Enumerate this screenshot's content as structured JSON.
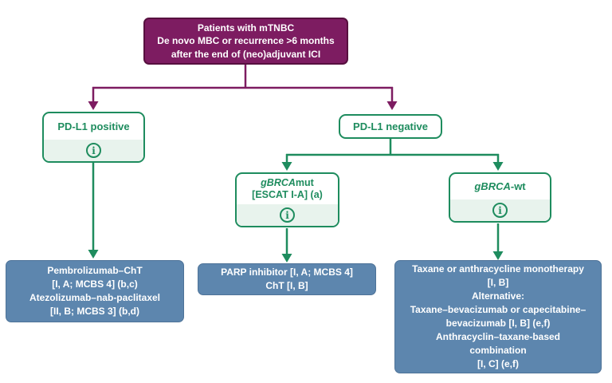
{
  "colors": {
    "purple": "#7D1C61",
    "purpleDark": "#57103F",
    "green": "#1E8C5E",
    "greenLight": "#E8F3ED",
    "blue": "#5D86AE",
    "blueBorder": "#4E7398"
  },
  "root": {
    "lines": [
      "Patients with mTNBC",
      "De novo MBC or recurrence >6 months",
      "after the end of (neo)adjuvant ICI"
    ]
  },
  "nodes": {
    "pdl1_positive": {
      "label": "PD-L1 positive",
      "info_glyph": "i"
    },
    "pdl1_negative": {
      "label": "PD-L1 negative"
    },
    "gbrca_mut": {
      "gene": "gBRCA",
      "suffix": "mut",
      "line2": "[ESCAT I-A] (a)",
      "info_glyph": "i"
    },
    "gbrca_wt": {
      "gene": "gBRCA",
      "suffix": "-wt",
      "info_glyph": "i"
    }
  },
  "treatments": {
    "pdl1_positive": {
      "lines": [
        "Pembrolizumab–ChT",
        "[I, A; MCBS 4] (b,c)",
        "Atezolizumab–nab-paclitaxel",
        "[II, B; MCBS 3] (b,d)"
      ]
    },
    "gbrca_mut": {
      "lines": [
        "PARP inhibitor [I, A; MCBS 4]",
        "ChT [I, B]"
      ]
    },
    "gbrca_wt": {
      "lines": [
        "Taxane or anthracycline monotherapy",
        "[I, B]",
        "Alternative:",
        "Taxane–bevacizumab or capecitabine–",
        "bevacizumab [I, B] (e,f)",
        "Anthracyclin–taxane-based",
        "combination",
        "[I, C] (e,f)"
      ]
    }
  }
}
